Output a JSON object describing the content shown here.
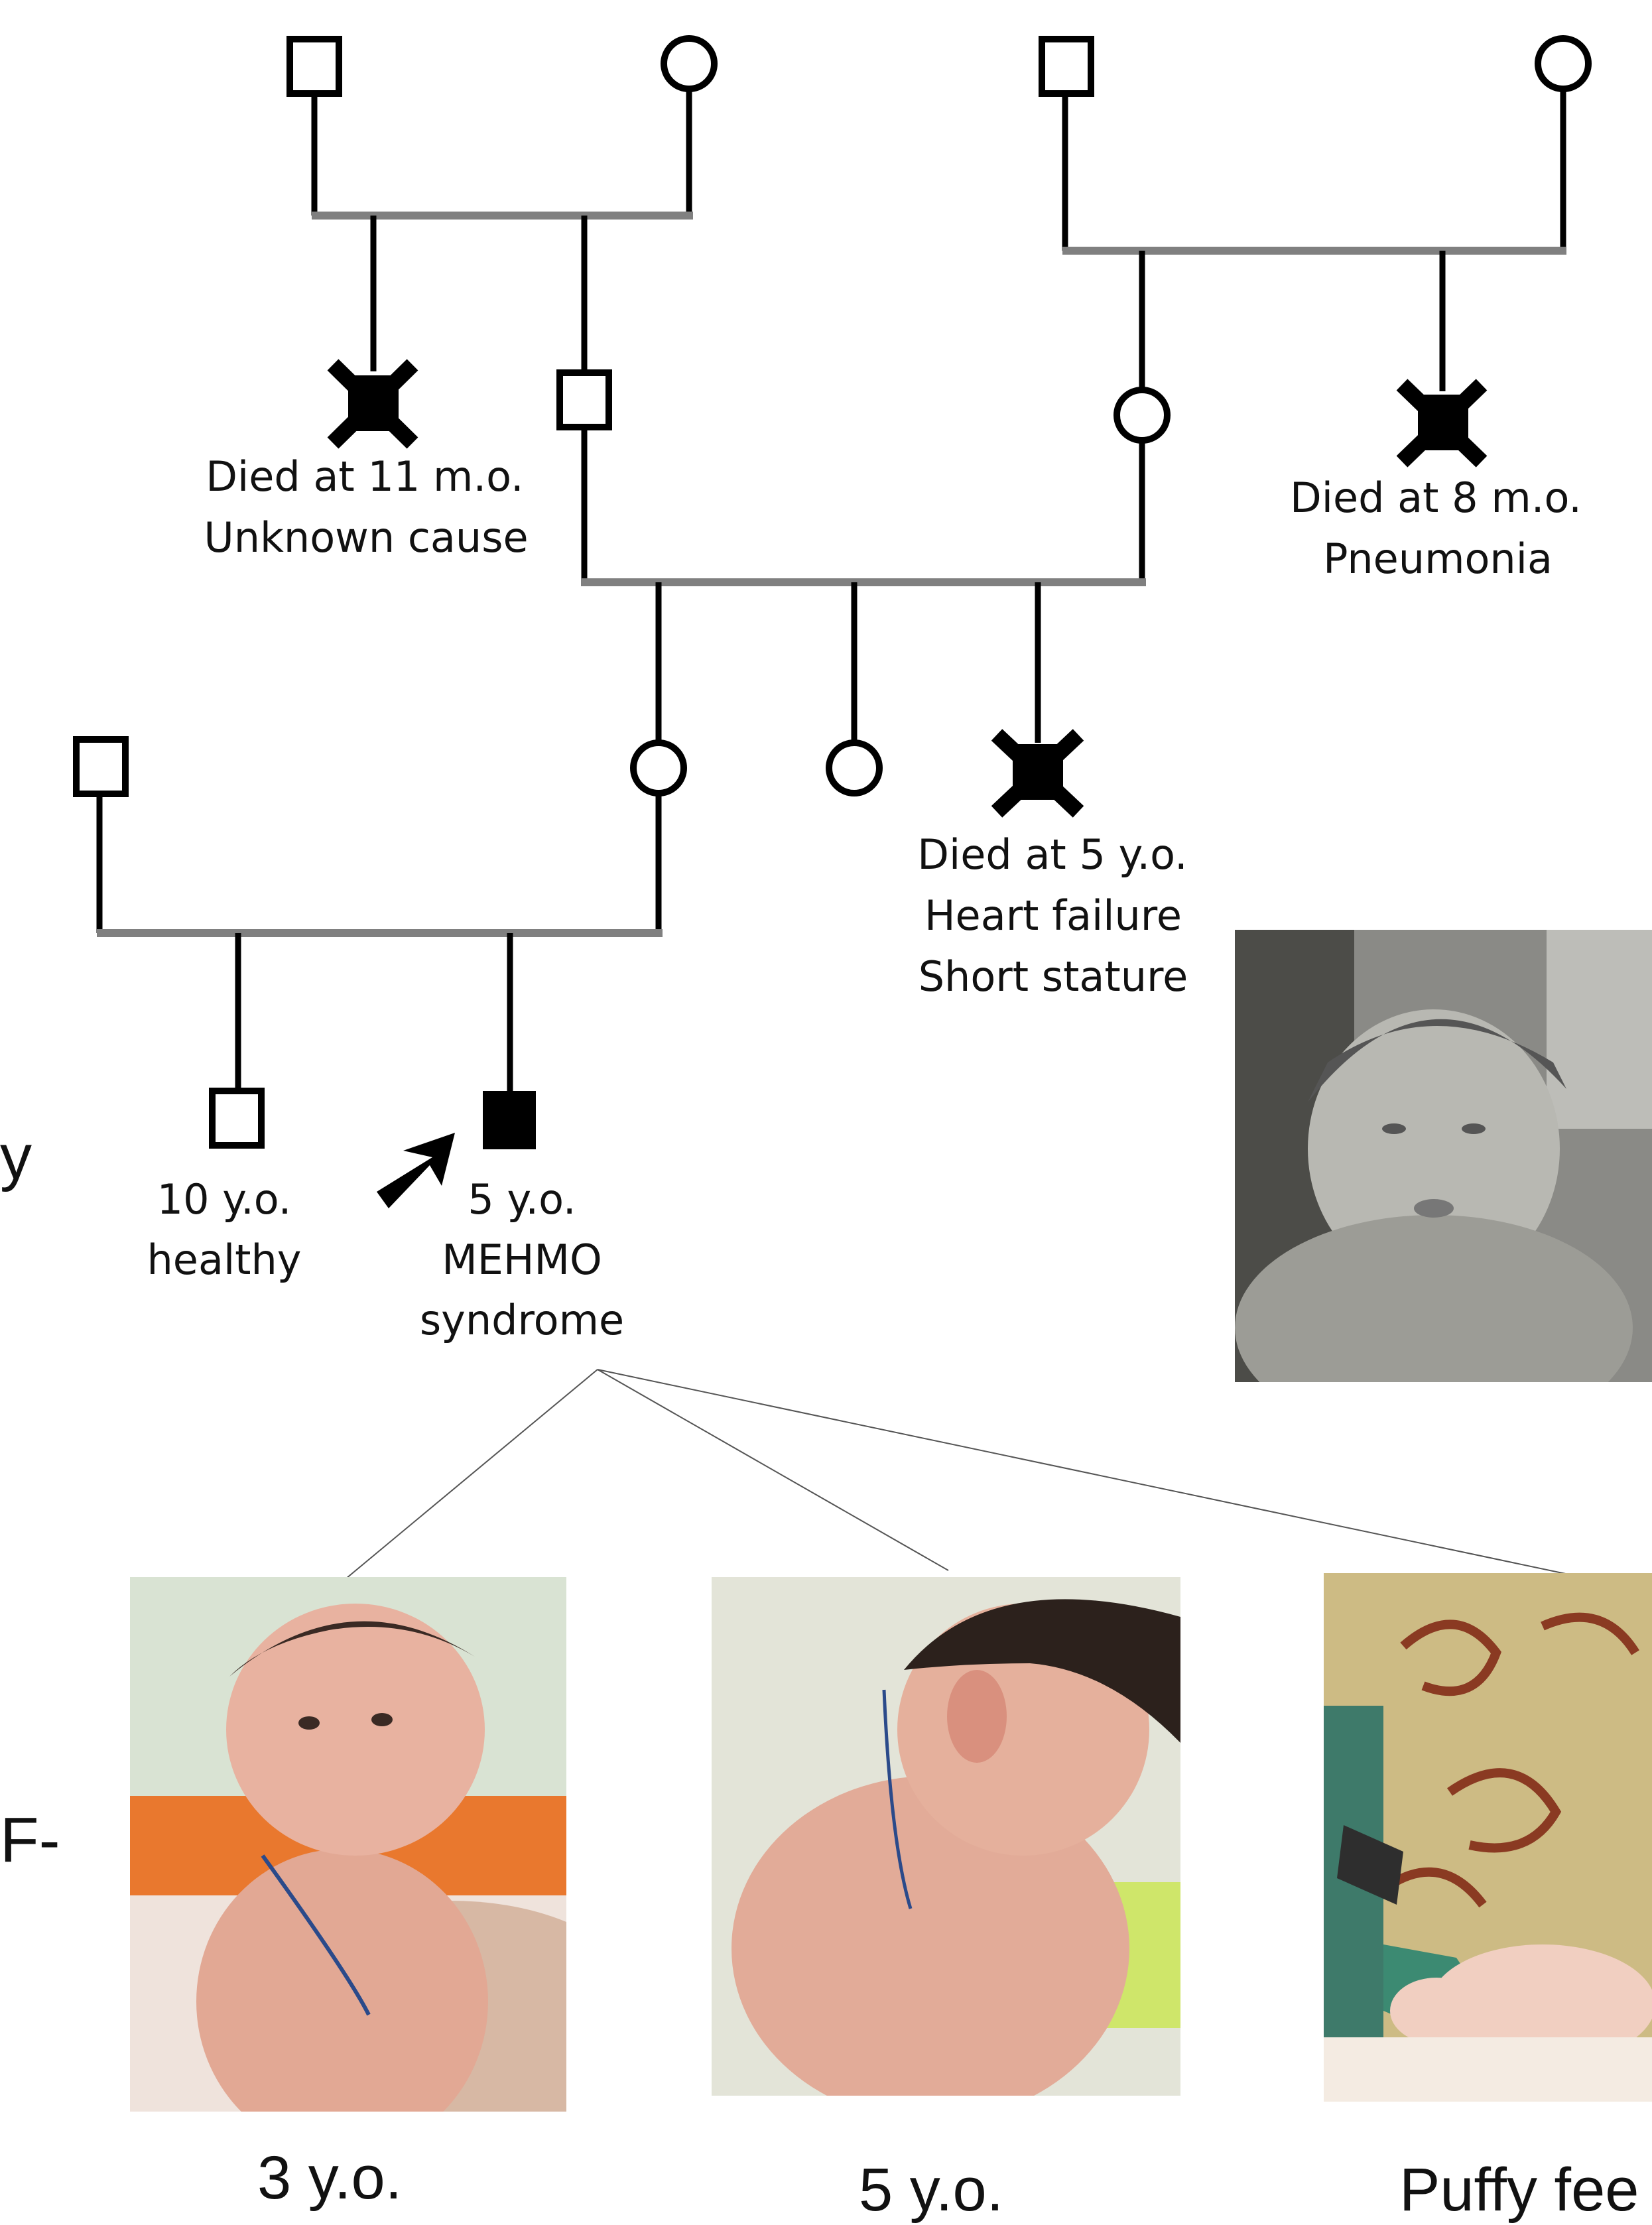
{
  "pedigree": {
    "notes": {
      "aunt_paternal": [
        "Died at 11 m.o.",
        "Unknown cause"
      ],
      "aunt_maternal": [
        "Died at 8 m.o.",
        "Pneumonia"
      ],
      "sibling_deceased": [
        "Died at 5 y.o.",
        "Heart failure",
        "Short stature"
      ],
      "brother": [
        "10 y.o.",
        "healthy"
      ],
      "proband": [
        "5 y.o.",
        "MEHMO",
        "syndrome"
      ]
    },
    "colors": {
      "line": "#000000",
      "couple_line": "#808080",
      "affected": "#000000"
    }
  },
  "photos": {
    "captions": [
      "3 y.o.",
      "5 y.o.",
      "Puffy fee"
    ]
  },
  "edge_fragments": [
    "y",
    "F-"
  ]
}
